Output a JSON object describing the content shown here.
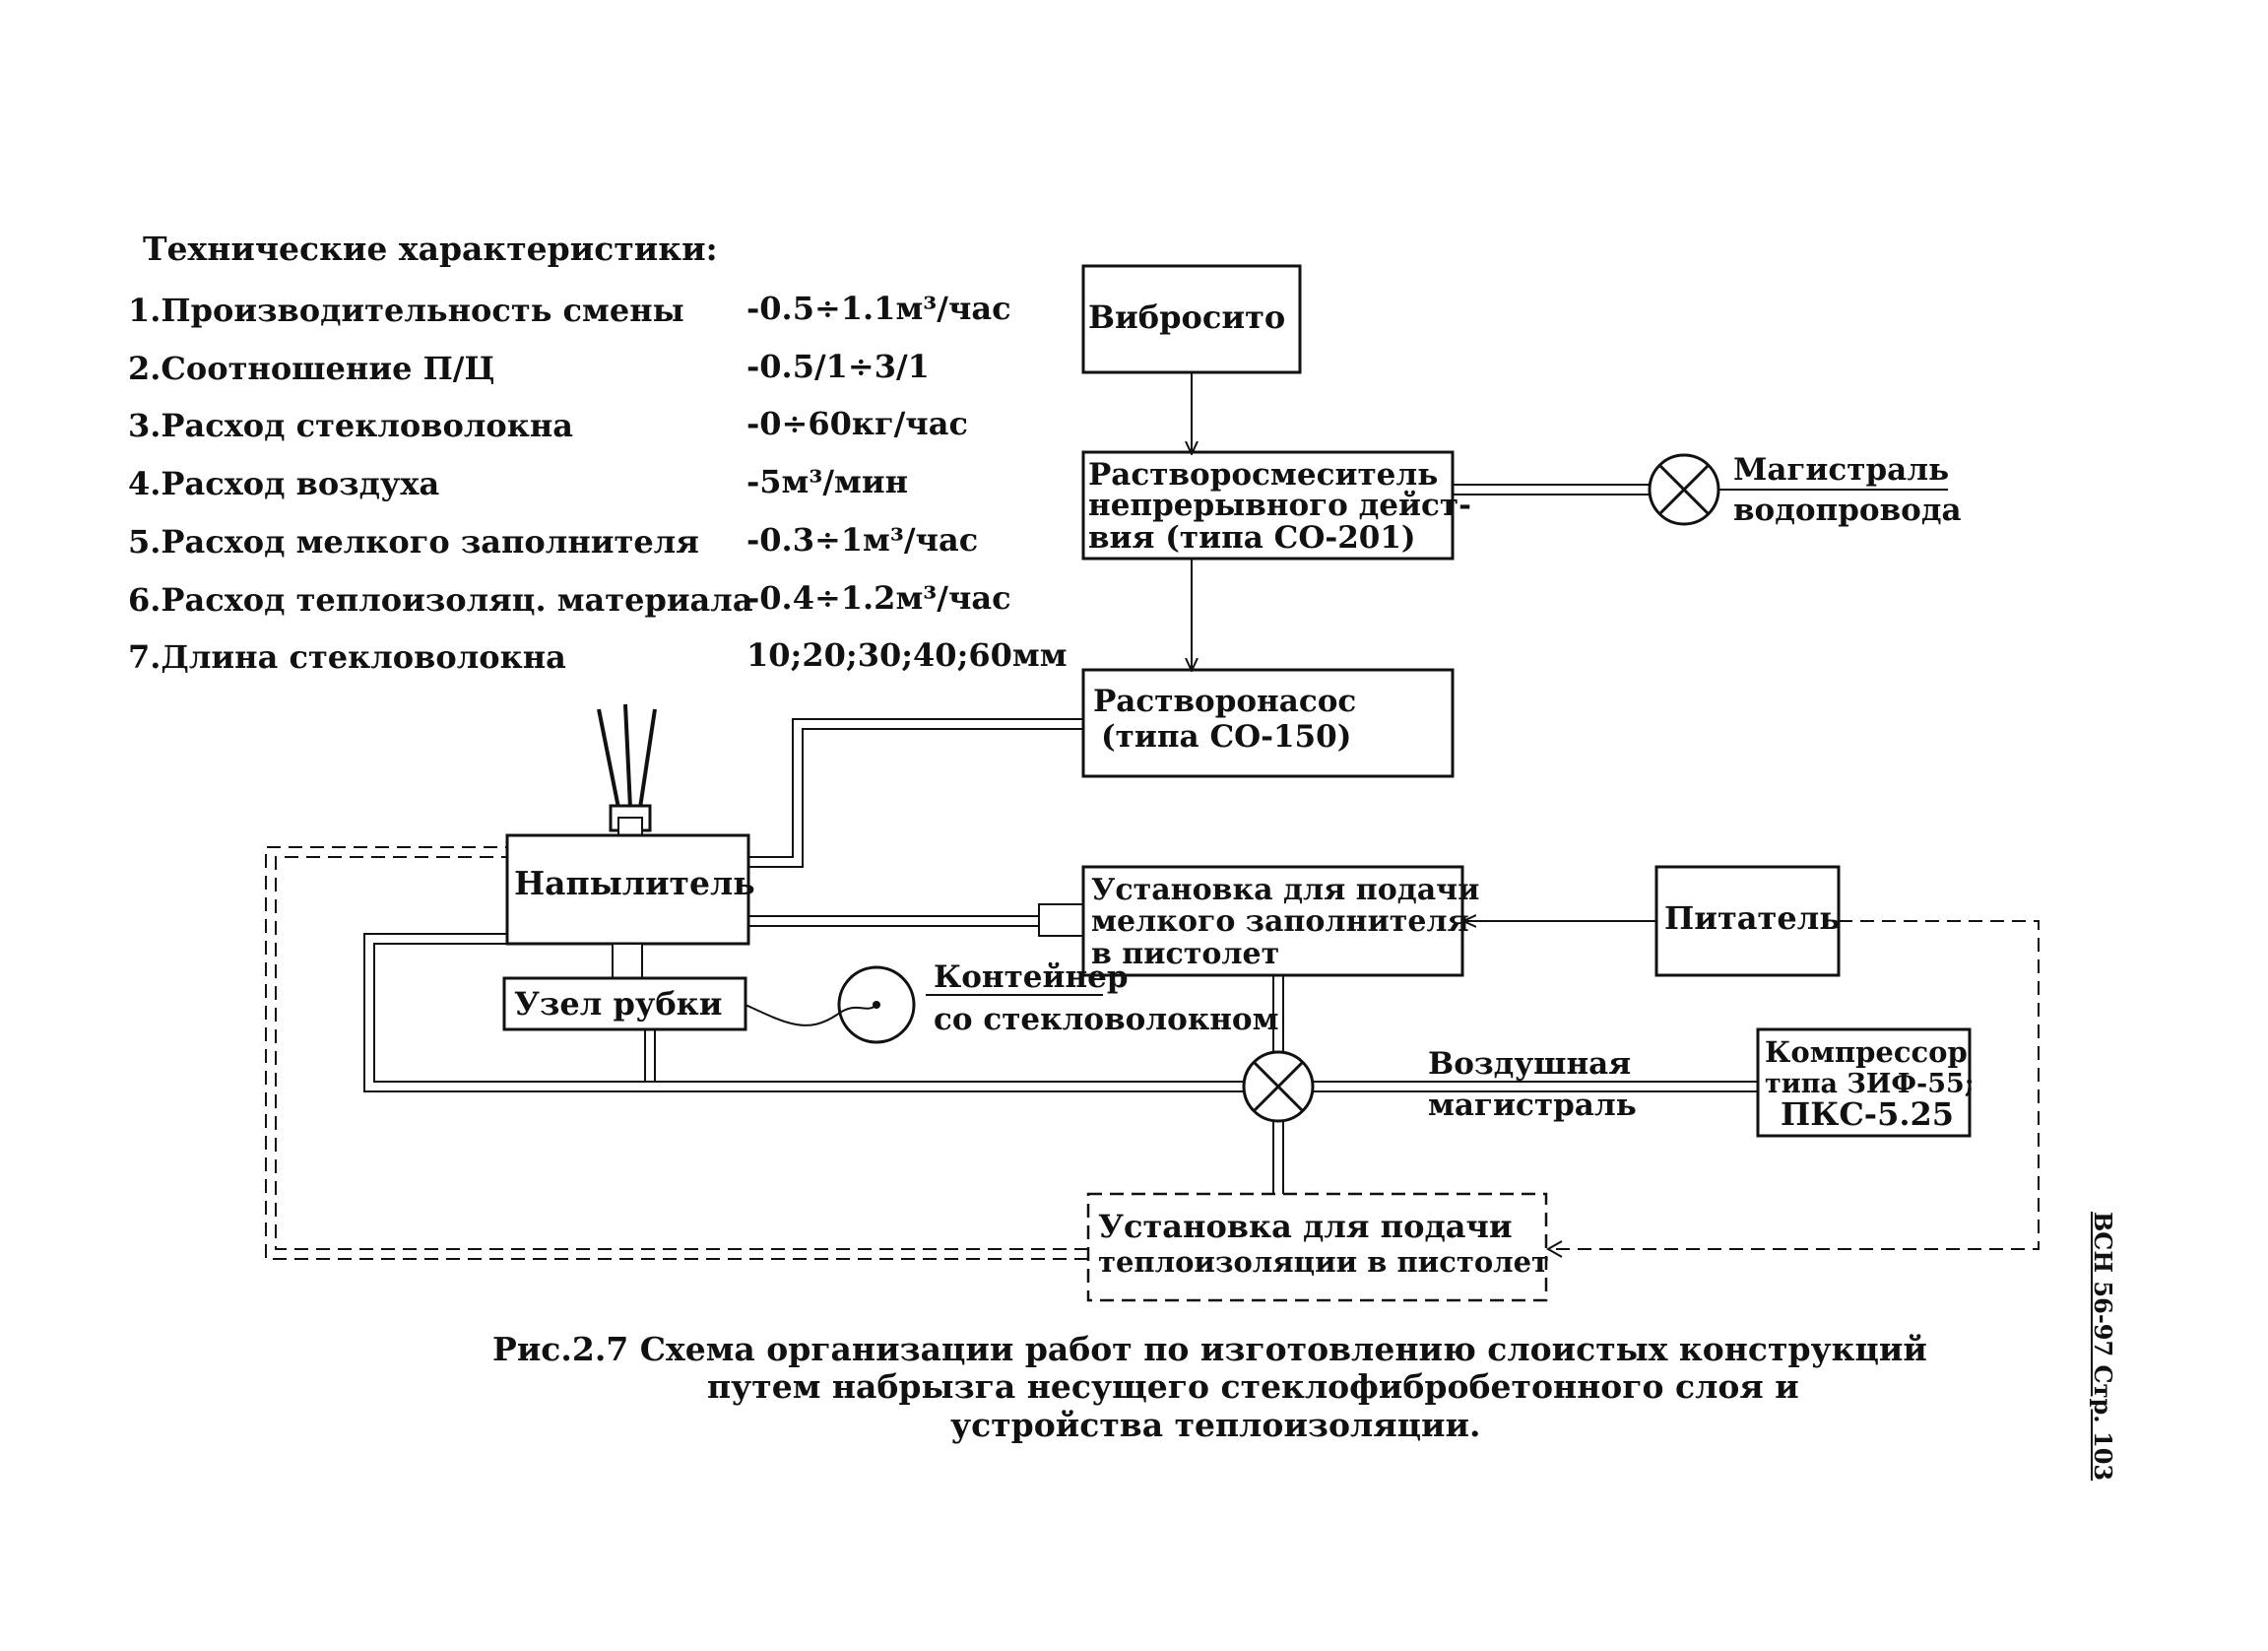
{
  "specs": {
    "title": "Технические характеристики:",
    "rows": [
      {
        "label": "1.Производительность смены",
        "value": "-0.5÷1.1м³/час"
      },
      {
        "label": "2.Соотношение П/Ц",
        "value": "-0.5/1÷3/1"
      },
      {
        "label": "3.Расход стекловолокна",
        "value": "-0÷60кг/час"
      },
      {
        "label": "4.Расход воздуха",
        "value": "-5м³/мин"
      },
      {
        "label": "5.Расход мелкого заполнителя",
        "value": "-0.3÷1м³/час"
      },
      {
        "label": "6.Расход теплоизоляц. материала",
        "value": "-0.4÷1.2м³/час"
      },
      {
        "label": "7.Длина стекловолокна",
        "value": "10;20;30;40;60мм"
      }
    ]
  },
  "blocks": {
    "vibrosito": "Вибросито",
    "mixer_l1": "Растворосмеситель",
    "mixer_l2": "непрерывного дейст-",
    "mixer_l3": "вия (типа СО-201)",
    "pump_l1": "Растворонасос",
    "pump_l2": "(типа СО-150)",
    "sprayer": "Напылитель",
    "cutter": "Узел рубки",
    "filler_l1": "Установка для подачи",
    "filler_l2": "мелкого заполнителя",
    "filler_l3": "в пистолет",
    "feeder": "Питатель",
    "compressor_l1": "Компрессор",
    "compressor_l2": "типа ЗИФ-55;",
    "compressor_l3": "ПКС-5.25",
    "insulation_l1": "Установка для подачи",
    "insulation_l2": "теплоизоляции в пистолет"
  },
  "labels": {
    "water_l1": "Магистраль",
    "water_l2": "водопровода",
    "container_l1": "Контейнер",
    "container_l2": "со стекловолокном",
    "air_l1": "Воздушная",
    "air_l2": "магистраль"
  },
  "caption": {
    "l1": "Рис.2.7 Схема организации работ по изготовлению слоистых конструкций",
    "l2": "путем набрызга несущего стеклофибробетонного слоя и",
    "l3": "устройства    теплоизоляции."
  },
  "side_note": "ВСН 56-97  Стр. 103"
}
